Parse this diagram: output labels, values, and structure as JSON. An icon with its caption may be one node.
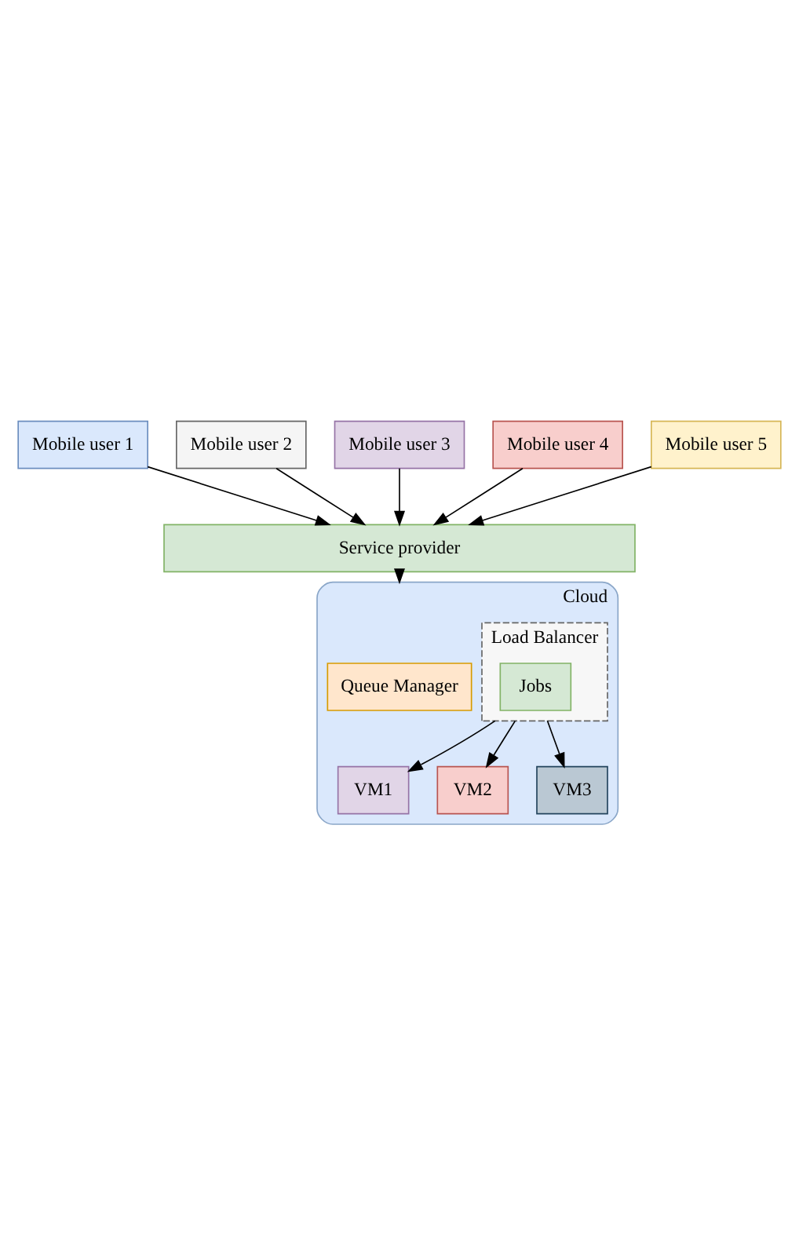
{
  "diagram": {
    "nodes": [
      {
        "text": [
          "Mobile user 1"
        ]
      },
      {
        "text": [
          "Mobile user 2"
        ]
      },
      {
        "text": [
          "Mobile user 3"
        ]
      },
      {
        "text": [
          "Mobile user 4"
        ]
      },
      {
        "text": [
          "Mobile user 5"
        ]
      },
      {
        "text": [
          "Service provider"
        ]
      },
      {
        "text": [
          "Cloud"
        ]
      },
      {
        "text": [
          "Queue Manager"
        ],
        "in": 6
      },
      {
        "text": [
          "Load Balancer"
        ],
        "in": 6
      },
      {
        "text": [
          "Jobs"
        ],
        "in": 8
      },
      {
        "text": [
          "VM1"
        ],
        "in": 6
      },
      {
        "text": [
          "VM2"
        ],
        "in": 6
      },
      {
        "text": [
          "VM3"
        ],
        "in": 6
      }
    ],
    "edges": [
      {
        "from": 0,
        "to": 5,
        "arrow": "to"
      },
      {
        "from": 3,
        "to": 5,
        "arrow": "to"
      },
      {
        "from": 1,
        "to": 5,
        "arrow": "to"
      },
      {
        "from": 4,
        "to": 5,
        "arrow": "to"
      },
      {
        "from": 2,
        "to": 5,
        "arrow": "to"
      },
      {
        "from": 5,
        "to": 6,
        "arrow": "to"
      },
      {
        "from": 8,
        "to": 10,
        "arrow": "to"
      },
      {
        "from": 8,
        "to": 11,
        "arrow": "to"
      },
      {
        "from": 8,
        "to": 12,
        "arrow": "to"
      }
    ]
  }
}
